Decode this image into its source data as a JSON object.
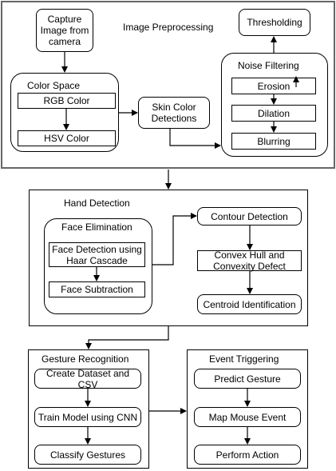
{
  "preprocessing": {
    "title": "Image Preprocessing",
    "capture": "Capture Image from camera",
    "color_space": {
      "title": "Color Space",
      "rgb": "RGB Color",
      "hsv": "HSV Color"
    },
    "skin": "Skin Color Detections",
    "thresholding": "Thresholding",
    "noise": {
      "title": "Noise Filtering",
      "erosion": "Erosion",
      "dilation": "Dilation",
      "blurring": "Blurring"
    }
  },
  "hand_detection": {
    "title": "Hand Detection",
    "face_elimination": {
      "title": "Face Elimination",
      "haar": "Face Detection using Haar Cascade",
      "subtraction": "Face Subtraction"
    },
    "contour": "Contour Detection",
    "convex": "Convex Hull and Convexity Defect",
    "centroid": "Centroid Identification"
  },
  "gesture": {
    "title": "Gesture Recognition",
    "dataset": "Create Dataset and CSV",
    "train": "Train Model using CNN",
    "classify": "Classify Gestures"
  },
  "event": {
    "title": "Event Triggering",
    "predict": "Predict Gesture",
    "map": "Map Mouse Event",
    "perform": "Perform Action"
  }
}
